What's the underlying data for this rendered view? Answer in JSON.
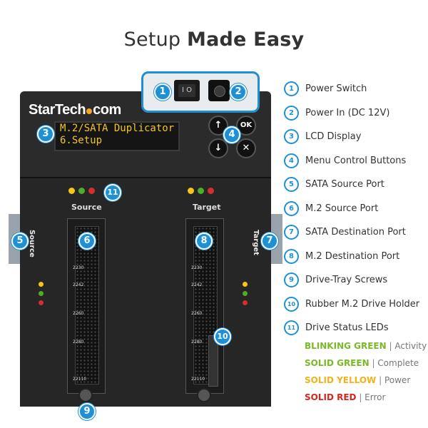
{
  "heading": {
    "light": "Setup ",
    "bold": "Made Easy"
  },
  "brand": {
    "part1": "StarTech",
    "part2": "com"
  },
  "lcd": {
    "line1": "M.2/SATA Duplicator",
    "line2": "6.Setup"
  },
  "power_switch_glyph": "I O",
  "buttons": {
    "up": "↑",
    "ok": "OK",
    "down": "↓",
    "cancel": "✕"
  },
  "band": {
    "source": "Source",
    "target": "Target"
  },
  "sides": {
    "source": "Source",
    "target": "Target"
  },
  "tray_marks": [
    "2230",
    "2242",
    "2260",
    "2280",
    "22110"
  ],
  "badges": [
    "1",
    "2",
    "3",
    "4",
    "5",
    "6",
    "7",
    "8",
    "9",
    "10",
    "11"
  ],
  "legend": [
    {
      "num": "1",
      "label": "Power Switch"
    },
    {
      "num": "2",
      "label": "Power In (DC 12V)"
    },
    {
      "num": "3",
      "label": "LCD Display"
    },
    {
      "num": "4",
      "label": "Menu Control Buttons"
    },
    {
      "num": "5",
      "label": "SATA Source Port"
    },
    {
      "num": "6",
      "label": "M.2 Source Port"
    },
    {
      "num": "7",
      "label": "SATA Destination Port"
    },
    {
      "num": "8",
      "label": "M.2 Destination Port"
    },
    {
      "num": "9",
      "label": "Drive-Tray Screws"
    },
    {
      "num": "10",
      "label": "Rubber M.2 Drive Holder"
    },
    {
      "num": "11",
      "label": "Drive Status LEDs"
    }
  ],
  "status_lines": [
    {
      "key": "BLINKING GREEN",
      "sep": " | ",
      "desc": "Activity",
      "color": "#7ab928"
    },
    {
      "key": "SOLID GREEN",
      "sep": " | ",
      "desc": "Complete",
      "color": "#7ab928"
    },
    {
      "key": "SOLID YELLOW",
      "sep": " | ",
      "desc": "Power",
      "color": "#f2b21b"
    },
    {
      "key": "SOLID RED",
      "sep": " | ",
      "desc": "Error",
      "color": "#d9261c"
    }
  ],
  "colors": {
    "accent": "#1e90d6",
    "lcd_text": "#f3c520",
    "led_yellow": "#f5c518",
    "led_green": "#4caf2a",
    "led_red": "#d32f2f"
  }
}
